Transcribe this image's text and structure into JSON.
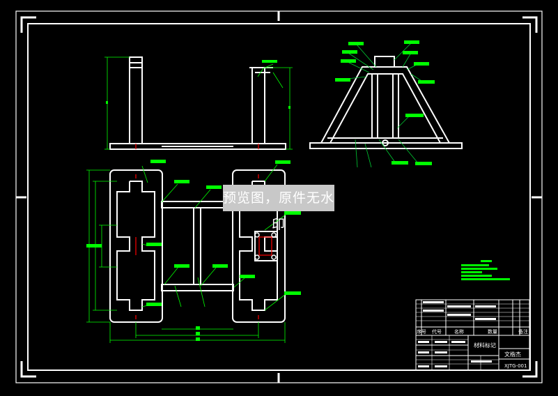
{
  "watermark": {
    "text": "预览图，原件无水印"
  },
  "title_block": {
    "col_labels": [
      "序号",
      "代号",
      "名称",
      "数量",
      "备注"
    ],
    "material_label": "材料标记",
    "unit_label": "文楷杰",
    "drawing_no": "XJTG-001"
  },
  "colors": {
    "background": "#000000",
    "linework": "#ffffff",
    "dimension": "#00ff00",
    "leader": "#00cc33",
    "hatch_marker": "#ff0000",
    "watermark_bg": "#c8c8c8"
  },
  "icons": [
    "corner-tick-icon",
    "weld-symbol-icon"
  ]
}
